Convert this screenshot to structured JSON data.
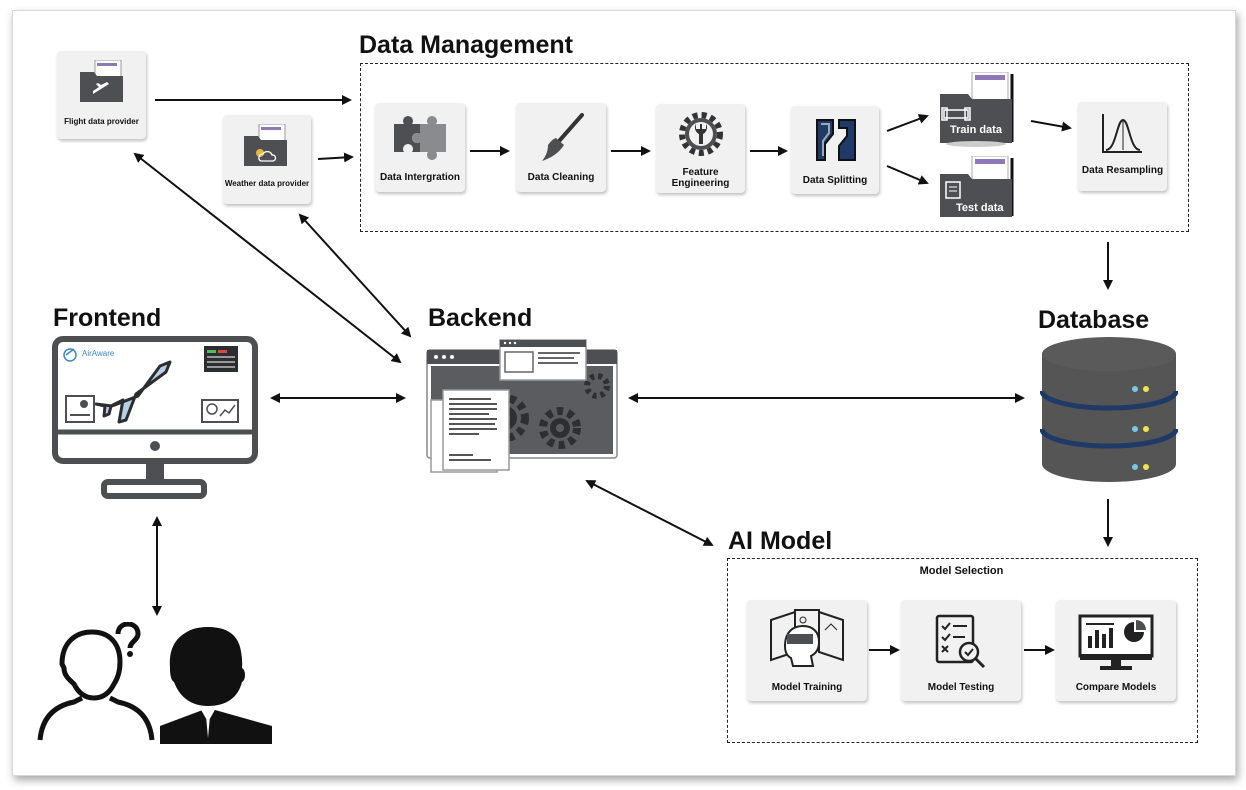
{
  "titles": {
    "data_management": "Data Management",
    "frontend": "Frontend",
    "backend": "Backend",
    "database": "Database",
    "ai_model": "AI Model"
  },
  "providers": {
    "flight": "Flight data provider",
    "weather": "Weather data provider"
  },
  "pipeline": {
    "integration": "Data Intergration",
    "cleaning": "Data Cleaning",
    "feature": "Feature Engineering",
    "splitting": "Data Splitting",
    "train": "Train data",
    "test": "Test data",
    "resampling": "Data Resampling"
  },
  "ai_model": {
    "section_label": "Model Selection",
    "training": "Model Training",
    "testing": "Model Testing",
    "compare": "Compare Models"
  },
  "frontend_app": {
    "brand": "AirAware"
  },
  "icons": {
    "integration": "puzzle-icon",
    "cleaning": "brush-icon",
    "feature": "gear-wrench-icon",
    "splitting": "split-icon",
    "resampling": "bell-curve-icon",
    "training": "vr-headset-icon",
    "testing": "checklist-magnifier-icon",
    "compare": "dashboard-monitor-icon",
    "backend": "server-gears-icon",
    "database": "database-icon",
    "users": "user-question-and-agent-icon"
  },
  "colors": {
    "line": "#111111",
    "card_bg": "#f1f1f1",
    "icon_dark": "#4d4f53",
    "accent_purple": "#8e78b7",
    "db_dark": "#555555",
    "db_stripe": "#1f3a66"
  }
}
